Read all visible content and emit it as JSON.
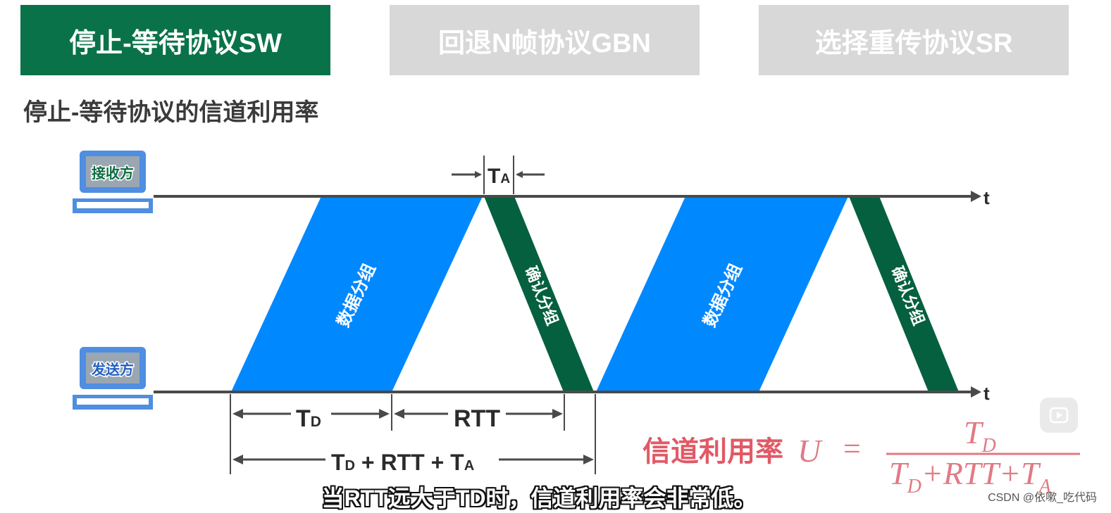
{
  "tabs": [
    {
      "label": "停止-等待协议SW",
      "active": true
    },
    {
      "label": "回退N帧协议GBN",
      "active": false
    },
    {
      "label": "选择重传协议SR",
      "active": false
    }
  ],
  "subtitle": "停止-等待协议的信道利用率",
  "receiver_label": "接收方",
  "sender_label": "发送方",
  "time_axis_label": "t",
  "data_packet_label": "数据分组",
  "ack_packet_label": "确认分组",
  "ta_main": "T",
  "ta_sub": "A",
  "td_main": "T",
  "td_sub": "D",
  "rtt_label": "RTT",
  "total_parts": {
    "t1": "T",
    "s1": "D",
    "mid": " + RTT + ",
    "t2": "T",
    "s2": "A"
  },
  "formula": {
    "prefix": "信道利用率",
    "var": "U",
    "eq": "=",
    "num_main": "T",
    "num_sub": "D",
    "den_t1": "T",
    "den_s1": "D",
    "den_mid": "+RTT+",
    "den_t2": "T",
    "den_s2": "A"
  },
  "caption": "当RTT远大于TD时，信道利用率会非常低。",
  "watermark": "CSDN @依嗽_吃代码",
  "colors": {
    "active_tab": "#097249",
    "inactive_tab": "#d8d8d8",
    "data_packet": "#0088ff",
    "ack_packet": "#05603f",
    "laptop": "#4f8ee0",
    "formula_red": "#e05a66"
  }
}
